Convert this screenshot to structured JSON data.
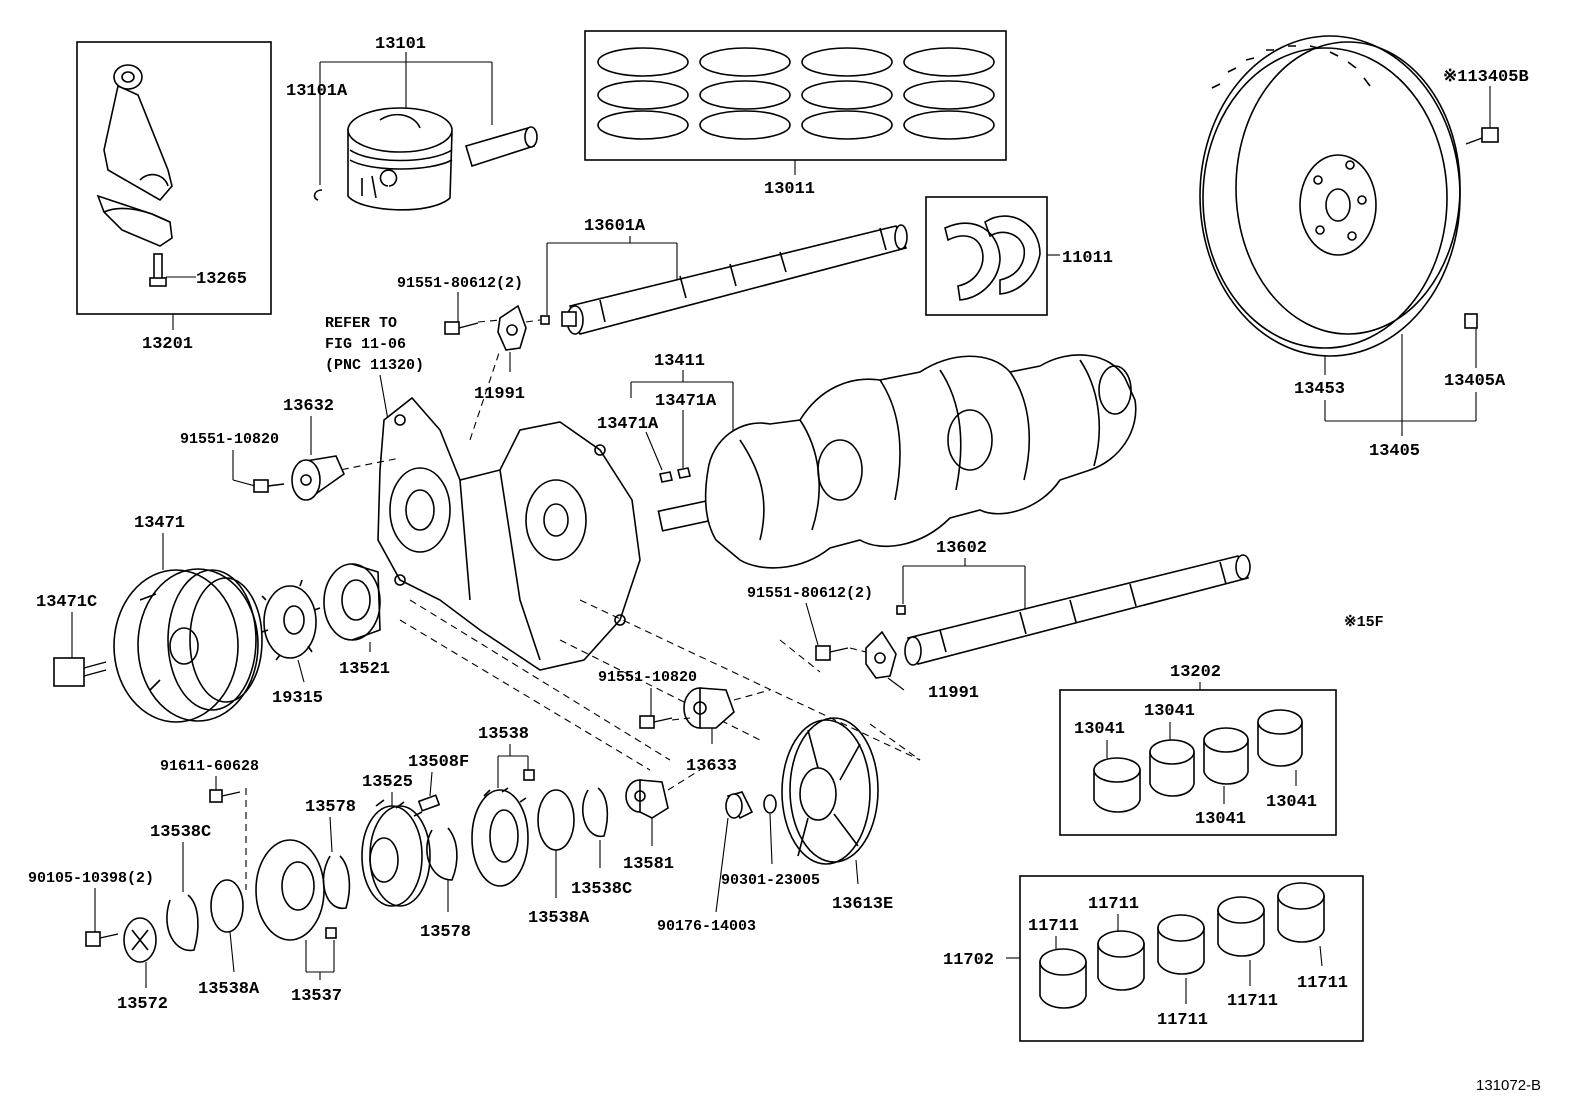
{
  "diagram_id": "131072-B",
  "note_15f": "※15F",
  "refer_note": [
    "REFER TO",
    "FIG 11-06",
    "(PNC 11320)"
  ],
  "labels": {
    "p13101": "13101",
    "p13101A": "13101A",
    "p13011": "13011",
    "p13265": "13265",
    "p13201": "13201",
    "p13601A": "13601A",
    "p91551_80612_top": "91551-80612(2)",
    "p11991_top": "11991",
    "p11011": "11011",
    "p13405B": "※113405B",
    "p13453": "13453",
    "p13405A": "13405A",
    "p13405": "13405",
    "p13411": "13411",
    "p13471A_left": "13471A",
    "p13471A_right": "13471A",
    "p13632": "13632",
    "p91551_10820_top": "91551-10820",
    "p13471": "13471",
    "p13471C": "13471C",
    "p19315": "19315",
    "p13521": "13521",
    "p13602": "13602",
    "p91551_80612_bot": "91551-80612(2)",
    "p11991_bot": "11991",
    "p91551_10820_bot": "91551-10820",
    "p13633": "13633",
    "p13202": "13202",
    "p13041_a": "13041",
    "p13041_b": "13041",
    "p13041_c": "13041",
    "p13041_d": "13041",
    "p91611_60628": "91611-60628",
    "p13538": "13538",
    "p13508F": "13508F",
    "p13525": "13525",
    "p13578_top": "13578",
    "p13538C_left": "13538C",
    "p90105_10398": "90105-10398(2)",
    "p13581": "13581",
    "p13538C_right": "13538C",
    "p13538A_mid": "13538A",
    "p13578_bot": "13578",
    "p90301_23005": "90301-23005",
    "p90176_14003": "90176-14003",
    "p13613E": "13613E",
    "p13572": "13572",
    "p13538A_left": "13538A",
    "p13537": "13537",
    "p11702": "11702",
    "p11711_a": "11711",
    "p11711_b": "11711",
    "p11711_c": "11711",
    "p11711_d": "11711",
    "p11711_e": "11711"
  }
}
